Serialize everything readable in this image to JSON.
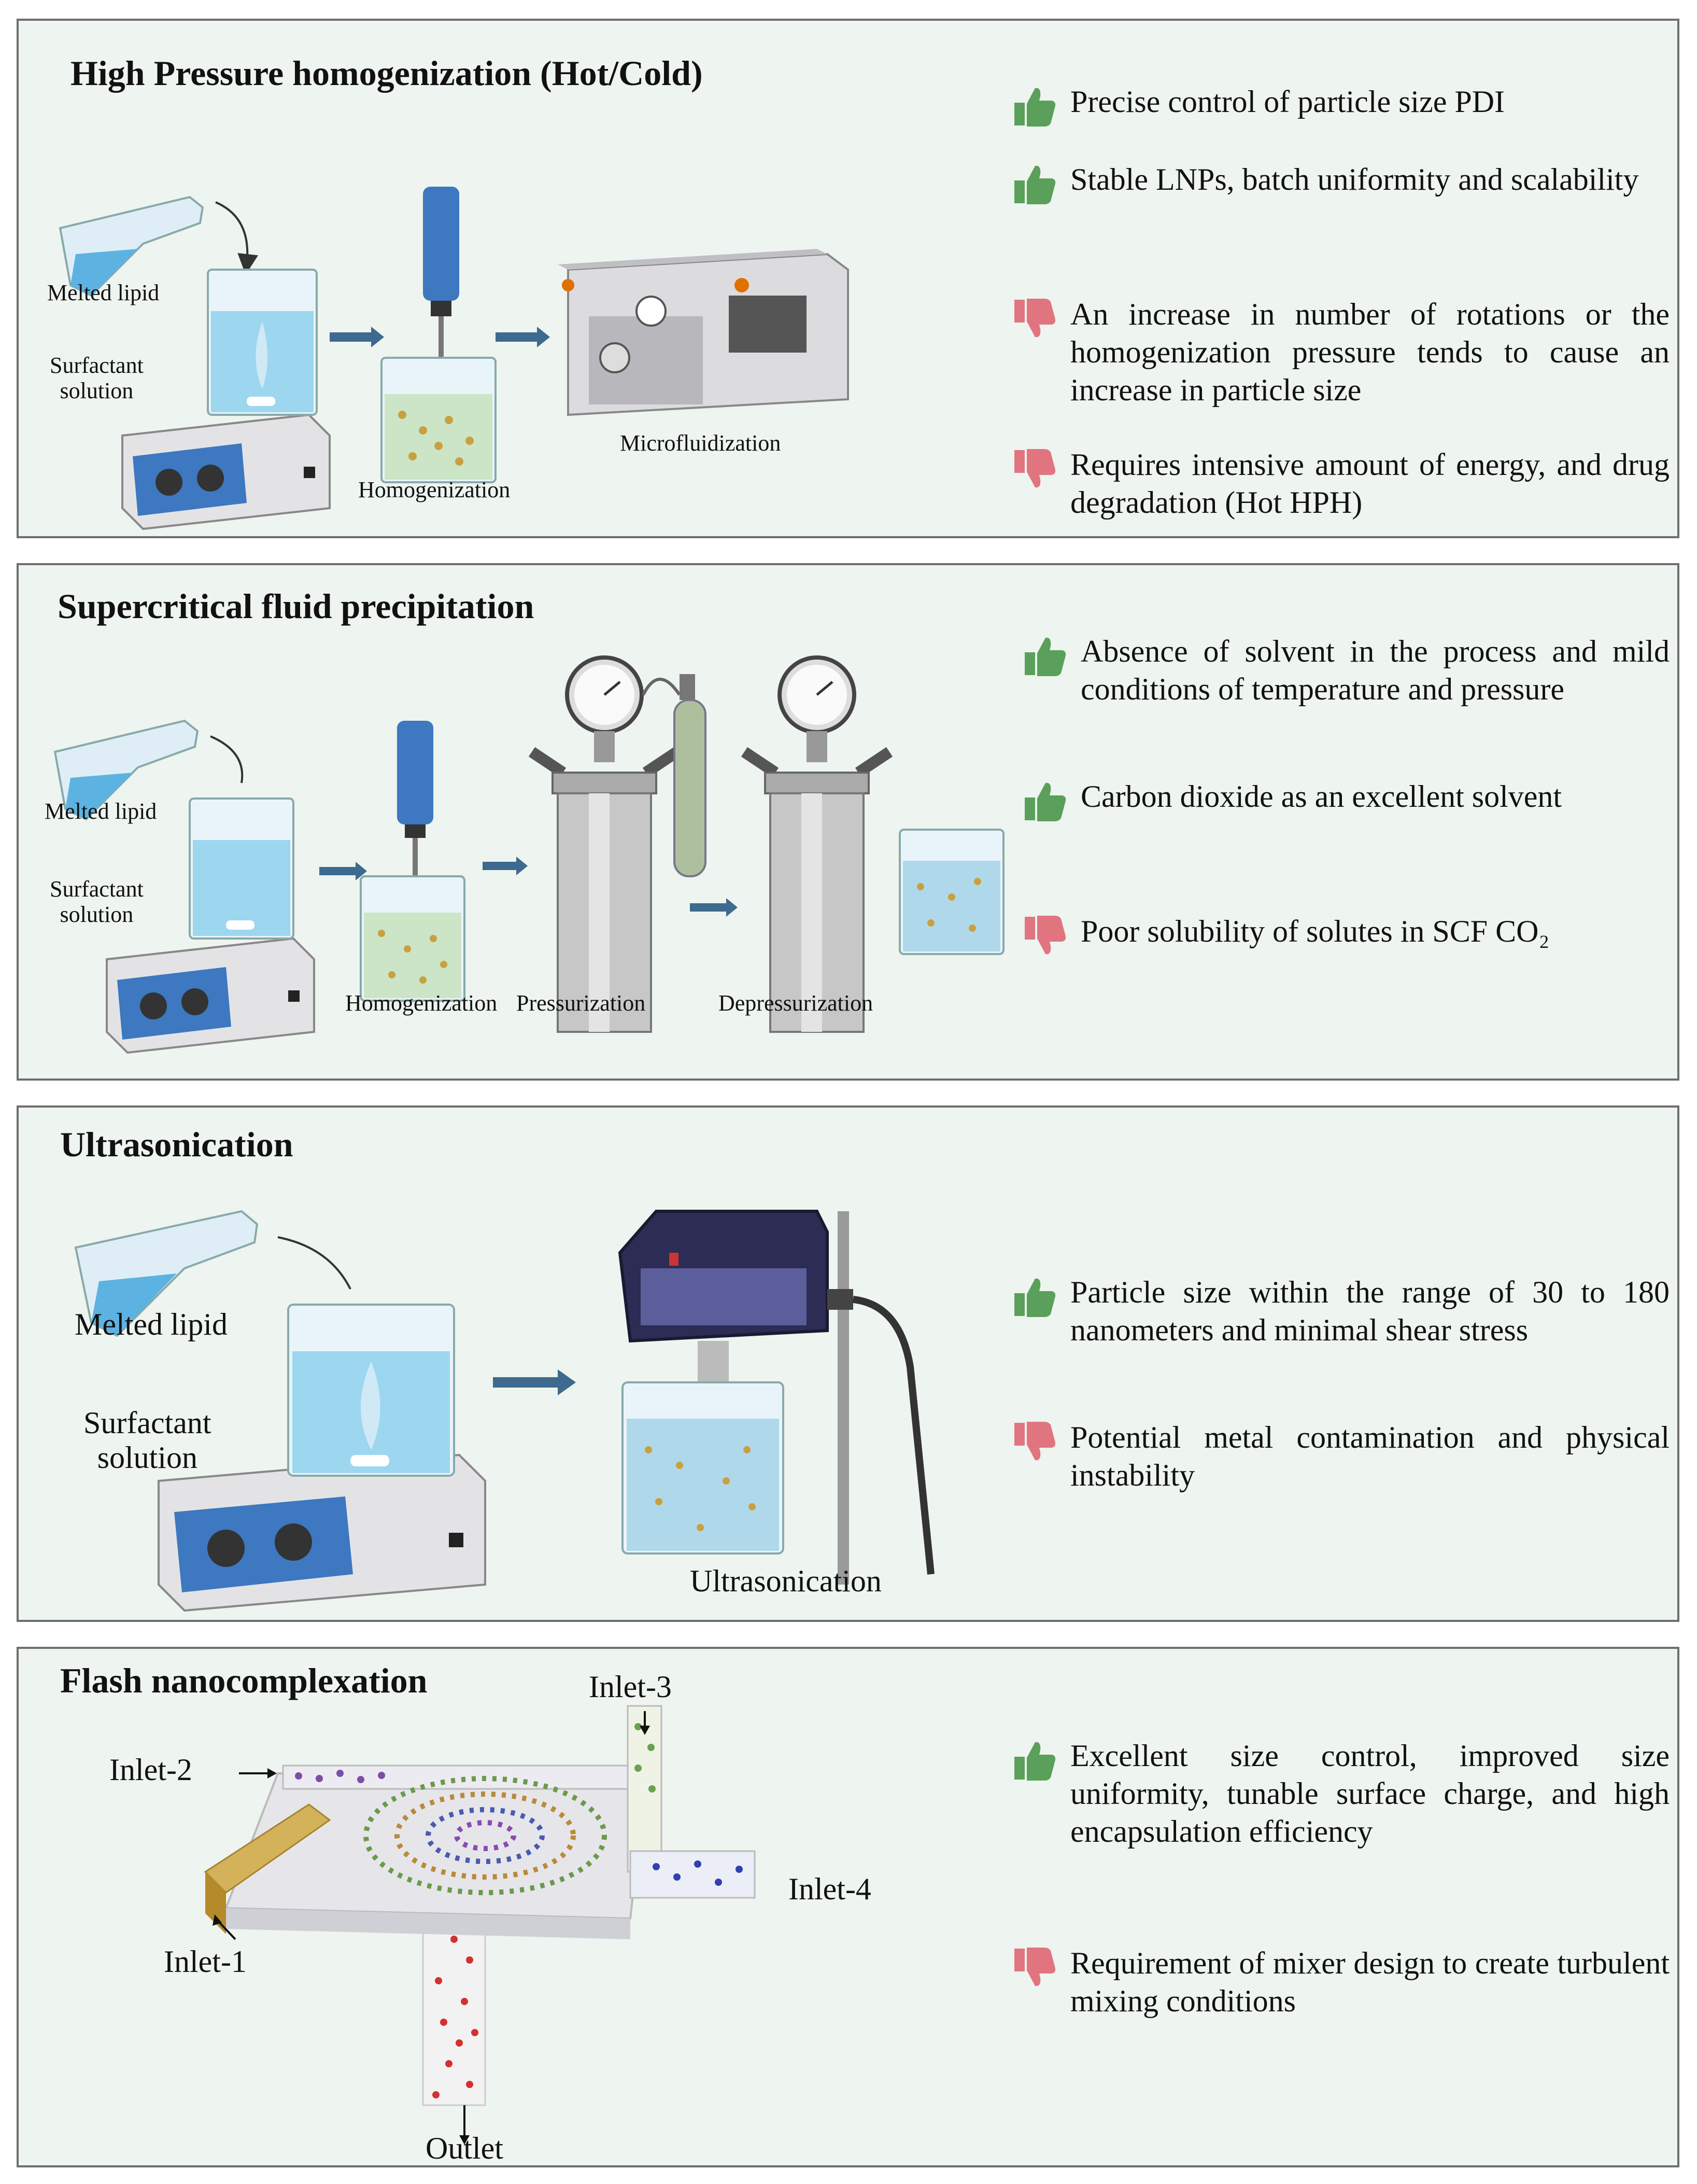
{
  "panels": [
    {
      "title": "High Pressure homogenization (Hot/Cold)",
      "labels": {
        "melted": "Melted lipid",
        "surfactant": "Surfactant\nsolution",
        "homog": "Homogenization",
        "micro": "Microfluidization"
      },
      "points": [
        {
          "type": "pro",
          "text": "Precise control of particle size PDI"
        },
        {
          "type": "pro",
          "text": "Stable LNPs, batch uniformity and scalability"
        },
        {
          "type": "con",
          "text": "An increase in number of rotations or the homogenization pressure tends to cause an increase in particle size"
        },
        {
          "type": "con",
          "text": "Requires intensive amount of energy, and drug degradation  (Hot HPH)"
        }
      ]
    },
    {
      "title": "Supercritical fluid precipitation",
      "labels": {
        "melted": "Melted lipid",
        "surfactant": "Surfactant\nsolution",
        "homog": "Homogenization",
        "press": "Pressurization",
        "depress": "Depressurization"
      },
      "points": [
        {
          "type": "pro",
          "text": "Absence of solvent in the process and mild conditions of temperature and pressure"
        },
        {
          "type": "pro",
          "text": "Carbon dioxide as an excellent solvent"
        },
        {
          "type": "con",
          "text": "Poor solubility of solutes in SCF CO₂"
        }
      ]
    },
    {
      "title": "Ultrasonication",
      "labels": {
        "melted": "Melted lipid",
        "surfactant": "Surfactant\nsolution",
        "ultra": "Ultrasonication"
      },
      "points": [
        {
          "type": "pro",
          "text": "Particle size within the range of 30 to 180  nanometers and  minimal  shear stress"
        },
        {
          "type": "con",
          "text": "Potential  metal  contamination  and physical instability"
        }
      ]
    },
    {
      "title": "Flash nanocomplexation",
      "labels": {
        "inlet1": "Inlet-1",
        "inlet2": "Inlet-2",
        "inlet3": "Inlet-3",
        "inlet4": "Inlet-4",
        "outlet": "Outlet"
      },
      "points": [
        {
          "type": "pro",
          "text": "Excellent size control, improved size uniformity, tunable surface charge, and high encapsulation efficiency"
        },
        {
          "type": "con",
          "text": "Requirement of mixer design to create turbulent mixing conditions"
        }
      ]
    }
  ],
  "colors": {
    "pro": "#5aa05a",
    "con": "#e07580",
    "arrow": "#3d6a8e",
    "panel_bg": "#eef4ef",
    "liquid": "#9fd3ea",
    "stirrer_blue": "#3d78c0"
  },
  "icons": {
    "pro": "thumbs-up-icon",
    "con": "thumbs-down-icon"
  }
}
